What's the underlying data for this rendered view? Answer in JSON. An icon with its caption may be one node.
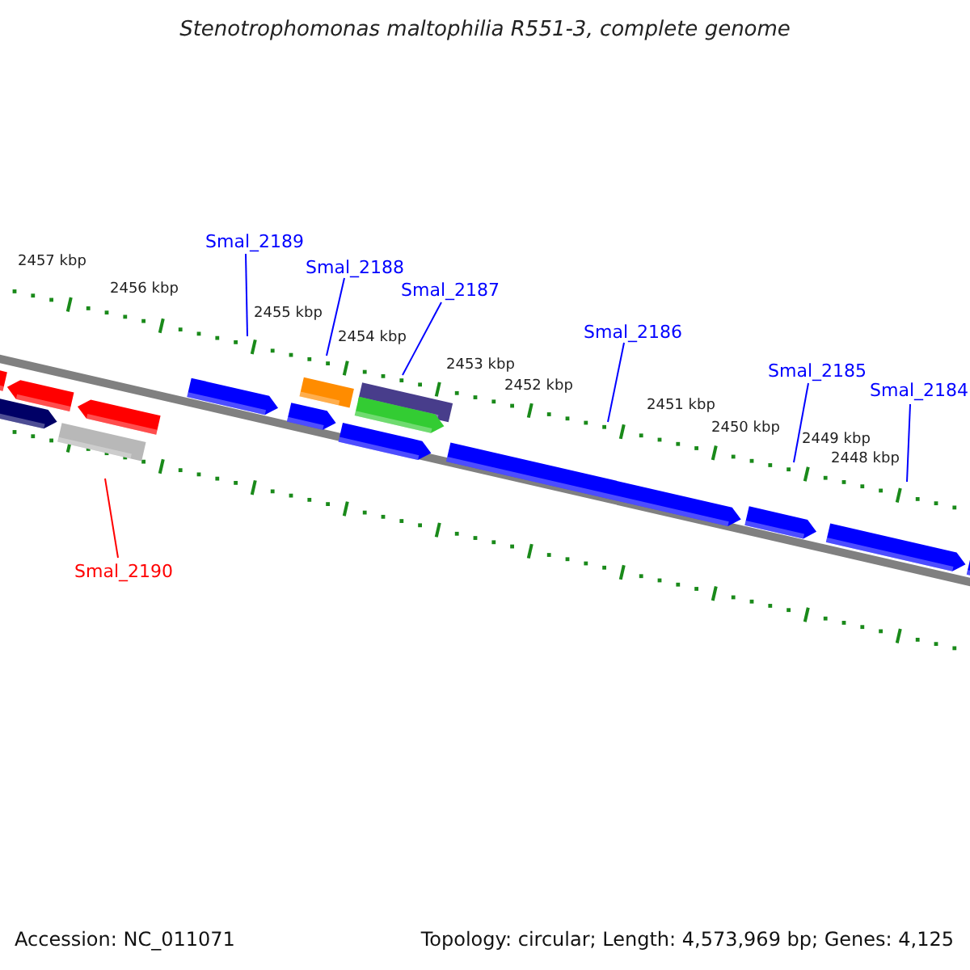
{
  "diagram": {
    "title": "Stenotrophomonas maltophilia R551-3, complete genome",
    "nodes": [
      {
        "text": [
          "Smal_2189"
        ]
      },
      {
        "text": [
          "Smal_2188"
        ]
      },
      {
        "text": [
          "Smal_2187"
        ]
      },
      {
        "text": [
          "Smal_2186"
        ]
      },
      {
        "text": [
          "Smal_2185"
        ]
      },
      {
        "text": [
          "Smal_2184"
        ]
      },
      {
        "text": [
          "Smal_2190"
        ]
      }
    ],
    "edges": [
      {
        "from": 0,
        "to": null,
        "arrow": "none"
      },
      {
        "from": 1,
        "to": null,
        "arrow": "none"
      },
      {
        "from": 2,
        "to": null,
        "arrow": "none"
      },
      {
        "from": 3,
        "to": null,
        "arrow": "none"
      },
      {
        "from": 4,
        "to": null,
        "arrow": "none"
      },
      {
        "from": 5,
        "to": null,
        "arrow": "none"
      },
      {
        "from": 6,
        "to": null,
        "arrow": "none",
        "color": "#ff0000"
      }
    ],
    "labels": [
      "2457 kbp",
      "2456 kbp",
      "2455 kbp",
      "2454 kbp",
      "2453 kbp",
      "2452 kbp",
      "2451 kbp",
      "2450 kbp",
      "2449 kbp",
      "2448 kbp",
      "Accession: NC_011071",
      "Topology: circular; Length: 4,573,969 bp; Genes: 4,125"
    ]
  }
}
